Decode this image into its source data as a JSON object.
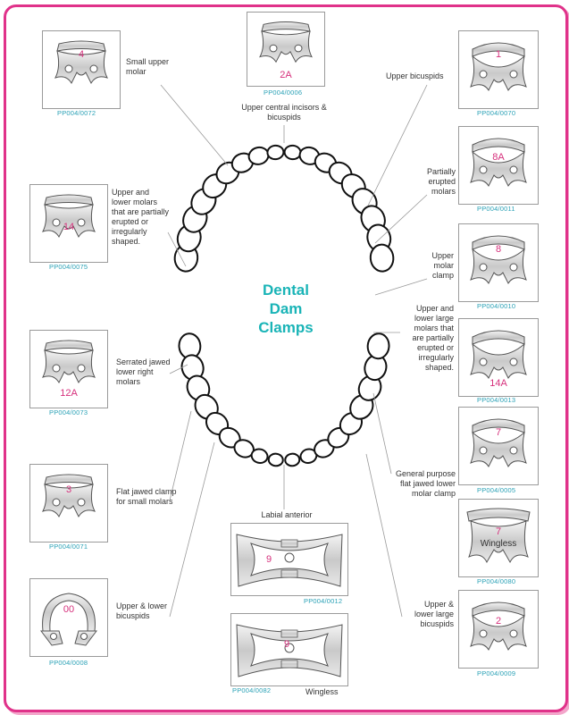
{
  "title": {
    "line1": "Dental",
    "line2": "Dam",
    "line3": "Clamps"
  },
  "labels": {
    "small_upper_molar": "Small upper molar",
    "upper_central": "Upper central incisors & bicuspids",
    "upper_bicuspids": "Upper bicuspids",
    "partially_erupted": "Partially erupted molars",
    "upper_lower_partial": "Upper and lower molars that are partially erupted or irregularly shaped.",
    "upper_molar_clamp": "Upper molar clamp",
    "upper_lower_large": "Upper and lower large molars that are partially erupted or irregularly shaped.",
    "serrated": "Serrated jawed lower right molars",
    "general_purpose": "General purpose flat jawed lower molar clamp",
    "flat_jawed": "Flat jawed clamp for small molars",
    "labial_anterior": "Labial anterior",
    "upper_lower_bicuspids": "Upper & lower bicuspids",
    "upper_lower_large_bicuspids": "Upper & lower large bicuspids",
    "wingless_bottom": "Wingless"
  },
  "clamps": [
    {
      "number": "4",
      "code": "PP004/0072"
    },
    {
      "number": "2A",
      "code": "PP004/0006"
    },
    {
      "number": "1",
      "code": "PP004/0070"
    },
    {
      "number": "8A",
      "code": "PP004/0011"
    },
    {
      "number": "14",
      "code": "PP004/0075"
    },
    {
      "number": "8",
      "code": "PP004/0010"
    },
    {
      "number": "12A",
      "code": "PP004/0073"
    },
    {
      "number": "14A",
      "code": "PP004/0013"
    },
    {
      "number": "7",
      "code": "PP004/0005"
    },
    {
      "number": "3",
      "code": "PP004/0071"
    },
    {
      "number": "7",
      "code": "PP004/0080",
      "extra": "Wingless"
    },
    {
      "number": "9",
      "code": "PP004/0012"
    },
    {
      "number": "00",
      "code": "PP004/0008"
    },
    {
      "number": "2",
      "code": "PP004/0009"
    },
    {
      "number": "9",
      "code": "PP004/0082"
    }
  ],
  "colors": {
    "accent": "#e0328a",
    "title": "#1ab4b7",
    "number": "#d6307c",
    "code": "#2aa1b6"
  }
}
